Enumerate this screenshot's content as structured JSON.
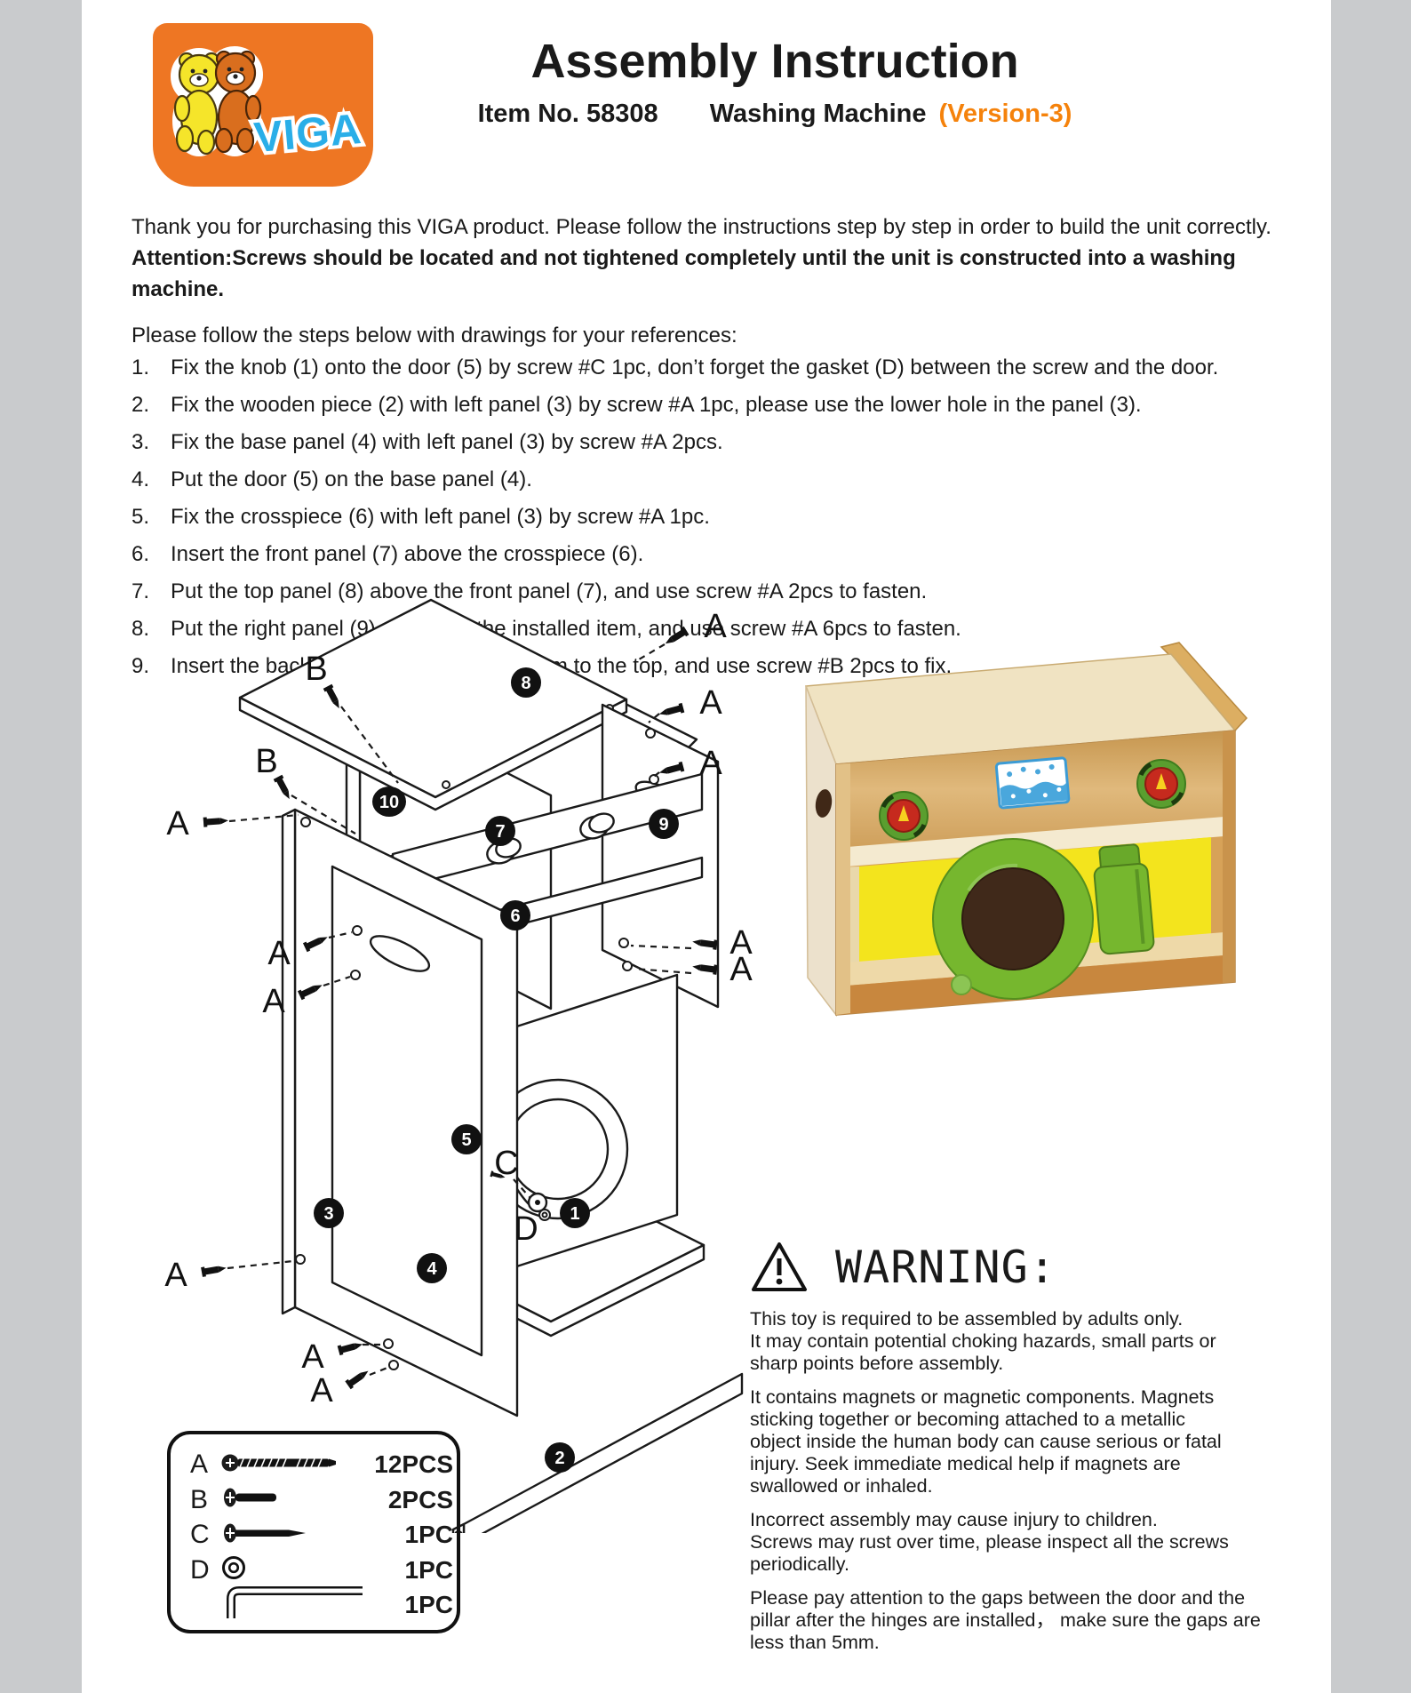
{
  "header": {
    "brand": "VIGA",
    "title": "Assembly Instruction",
    "item_no": "Item No. 58308",
    "product_name": "Washing Machine",
    "version": "(Version-3)"
  },
  "intro": {
    "thanks": "Thank you for purchasing this VIGA product. Please follow the instructions step by step in order to build the unit correctly.",
    "attention": "Attention:Screws should be located and not tightened completely until the unit is constructed into a washing machine."
  },
  "steps": {
    "lead": "Please follow the steps below with drawings for your references:",
    "items": [
      {
        "num": "1.",
        "text": "Fix the knob (1) onto the door (5) by screw #C 1pc, don’t forget the gasket (D) between the screw and the door."
      },
      {
        "num": "2.",
        "text": "Fix the wooden piece (2) with left panel (3) by screw #A 1pc, please use the lower hole in the panel (3)."
      },
      {
        "num": "3.",
        "text": "Fix the base panel (4) with left panel (3) by screw #A 2pcs."
      },
      {
        "num": "4.",
        "text": "Put the door (5) on the base panel (4)."
      },
      {
        "num": "5.",
        "text": "Fix the crosspiece (6) with left panel (3) by screw #A 1pc."
      },
      {
        "num": "6.",
        "text": "Insert the front panel (7) above the crosspiece (6)."
      },
      {
        "num": "7.",
        "text": "Put the top panel (8) above the front panel (7), and use screw #A 2pcs to fasten."
      },
      {
        "num": "8.",
        "text": "Put the right panel (9) at right of the installed item, and use screw #A 6pcs to fasten."
      },
      {
        "num": "9.",
        "text": "Insert the back panel (10) from the bottom to the top, and use screw #B 2pcs to fix."
      }
    ]
  },
  "diagram": {
    "badges": [
      {
        "n": "8"
      },
      {
        "n": "10"
      },
      {
        "n": "7"
      },
      {
        "n": "9"
      },
      {
        "n": "6"
      },
      {
        "n": "5"
      },
      {
        "n": "1"
      },
      {
        "n": "3"
      },
      {
        "n": "4"
      },
      {
        "n": "2"
      }
    ],
    "letters": [
      {
        "t": "A"
      },
      {
        "t": "A"
      },
      {
        "t": "A"
      },
      {
        "t": "B"
      },
      {
        "t": "B"
      },
      {
        "t": "A"
      },
      {
        "t": "A"
      },
      {
        "t": "A"
      },
      {
        "t": "A"
      },
      {
        "t": "A"
      },
      {
        "t": "A"
      },
      {
        "t": "A"
      },
      {
        "t": "A"
      },
      {
        "t": "C"
      },
      {
        "t": "D"
      }
    ]
  },
  "warning": {
    "heading": "WARNING:",
    "paragraphs": [
      "This toy is required to be assembled by adults only.\nIt may contain potential choking hazards, small parts or\nsharp points before assembly.",
      "It contains magnets or magnetic components.  Magnets\nsticking together or becoming attached to  a metallic\nobject inside the human body can cause serious or fatal\ninjury.  Seek immediate medical help if magnets are\nswallowed  or inhaled.",
      "Incorrect assembly may cause injury to children.\nScrews may rust over time, please inspect all the screws\nperiodically.",
      "Please pay attention to the gaps between the door and the\npillar after the hinges are installed，  make sure the gaps are\nless than 5mm."
    ]
  },
  "parts": {
    "rows": [
      {
        "label": "A",
        "qty": "12PCS"
      },
      {
        "label": "B",
        "qty": "2PCS"
      },
      {
        "label": "C",
        "qty": "1PC"
      },
      {
        "label": "D",
        "qty": "1PC"
      },
      {
        "label": "",
        "qty": "1PC"
      }
    ]
  },
  "colors": {
    "accent_orange": "#f5820b",
    "logo_orange": "#ee7623",
    "brand_blue": "#2aaee8",
    "wood": "#d7a258",
    "panel_yellow": "#f3e41d",
    "door_green": "#76b72e"
  }
}
